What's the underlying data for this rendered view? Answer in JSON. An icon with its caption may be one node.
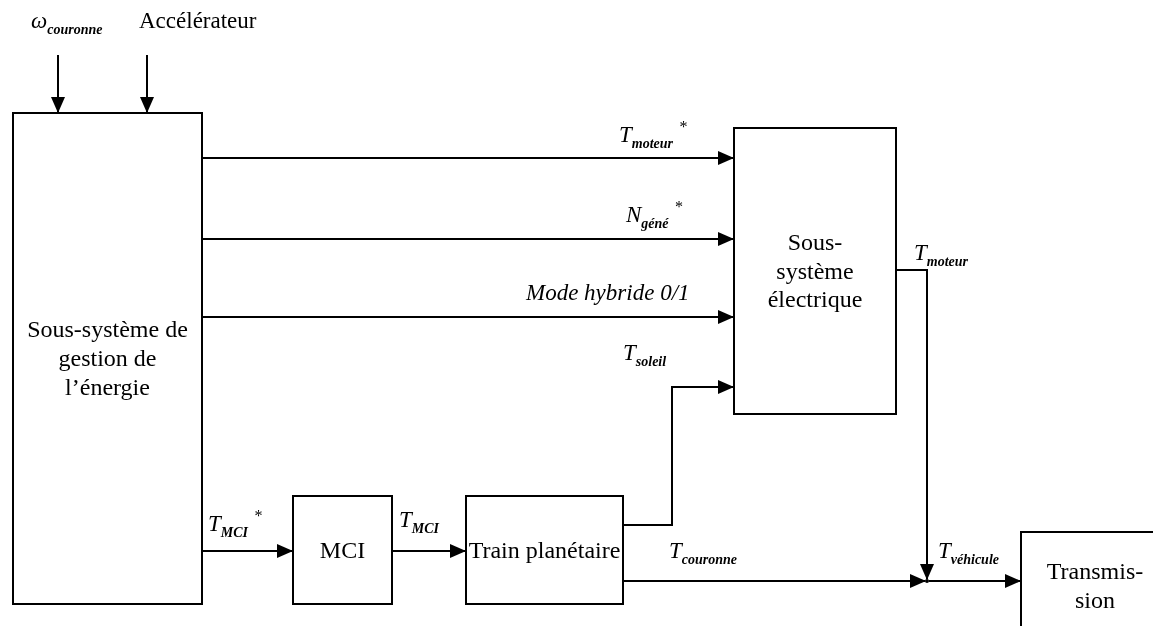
{
  "diagram": {
    "nodes": [
      {
        "text": [
          "Sous-système de gestion de l’énergie"
        ]
      },
      {
        "text": [
          "Sous- système électrique"
        ]
      },
      {
        "text": [
          "MCI"
        ]
      },
      {
        "text": [
          "Train planétaire"
        ]
      },
      {
        "text": [
          "Transmis- sion"
        ]
      },
      {
        "text": [],
        "shape": "point"
      }
    ],
    "edges": [
      {
        "from": null,
        "to": 0,
        "arrow": "to",
        "label": "ω$_{couronne}$"
      },
      {
        "from": null,
        "to": 0,
        "arrow": "to",
        "label": "Accélérateur"
      },
      {
        "from": 0,
        "to": 1,
        "arrow": "to",
        "label": "T$_{moteur}$ $^{*}$"
      },
      {
        "from": 0,
        "to": 1,
        "arrow": "to",
        "label": "N$_{géné}$ $^{*}$"
      },
      {
        "from": 0,
        "to": 1,
        "arrow": "to",
        "label": "Mode hybride 0/1"
      },
      {
        "from": 3,
        "to": 1,
        "arrow": "to",
        "label": "T$_{soleil}$"
      },
      {
        "from": 0,
        "to": 2,
        "arrow": "to",
        "label": "T$_{MCI}$ $^{*}$"
      },
      {
        "from": 2,
        "to": 3,
        "arrow": "to",
        "label": "T$_{MCI}$"
      },
      {
        "from": 3,
        "to": 5,
        "arrow": "to",
        "label": "T$_{couronne}$"
      },
      {
        "from": 1,
        "to": 5,
        "arrow": "to",
        "label": "T$_{moteur}$"
      },
      {
        "from": 5,
        "to": 4,
        "arrow": "to",
        "label": "T$_{véhicule}$"
      }
    ]
  }
}
